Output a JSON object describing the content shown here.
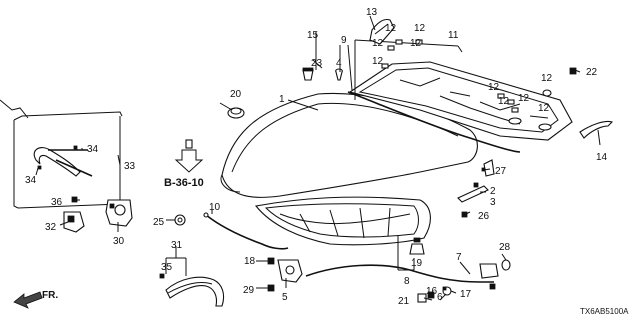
{
  "diagram": {
    "callouts": [
      "1",
      "2",
      "3",
      "4",
      "5",
      "6",
      "7",
      "8",
      "9",
      "10",
      "11",
      "12",
      "13",
      "14",
      "15",
      "16",
      "17",
      "18",
      "19",
      "20",
      "21",
      "22",
      "23",
      "25",
      "26",
      "27",
      "28",
      "29",
      "30",
      "31",
      "32",
      "33",
      "34",
      "35",
      "36"
    ],
    "reference_label": "B-36-10",
    "front_label": "FR.",
    "diagram_code": "TX6AB5100A"
  }
}
